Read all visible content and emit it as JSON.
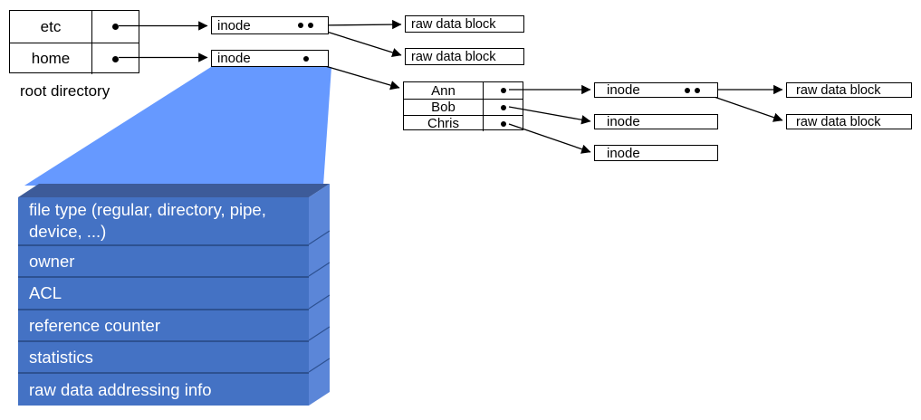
{
  "root_directory": {
    "label": "root directory",
    "entries": [
      "etc",
      "home"
    ]
  },
  "top_level": {
    "inodes": [
      "inode",
      "inode"
    ],
    "raw_blocks": [
      "raw data block",
      "raw data block"
    ]
  },
  "home_directory": {
    "entries": [
      "Ann",
      "Bob",
      "Chris"
    ]
  },
  "user_level": {
    "inodes": [
      "inode",
      "inode",
      "inode"
    ],
    "raw_blocks": [
      "raw data block",
      "raw data block"
    ]
  },
  "inode_detail": {
    "fields": [
      "file type (regular, directory, pipe, device, ...)",
      "owner",
      "ACL",
      "reference counter",
      "statistics",
      "raw data addressing info"
    ]
  },
  "colors": {
    "funnel": "#6699ff",
    "stack_front": "#4472c4",
    "stack_top_bevel": "#3d5b99",
    "stack_side_bevel": "#5b86d8",
    "stack_divider": "#2d5191",
    "line": "#000000"
  }
}
